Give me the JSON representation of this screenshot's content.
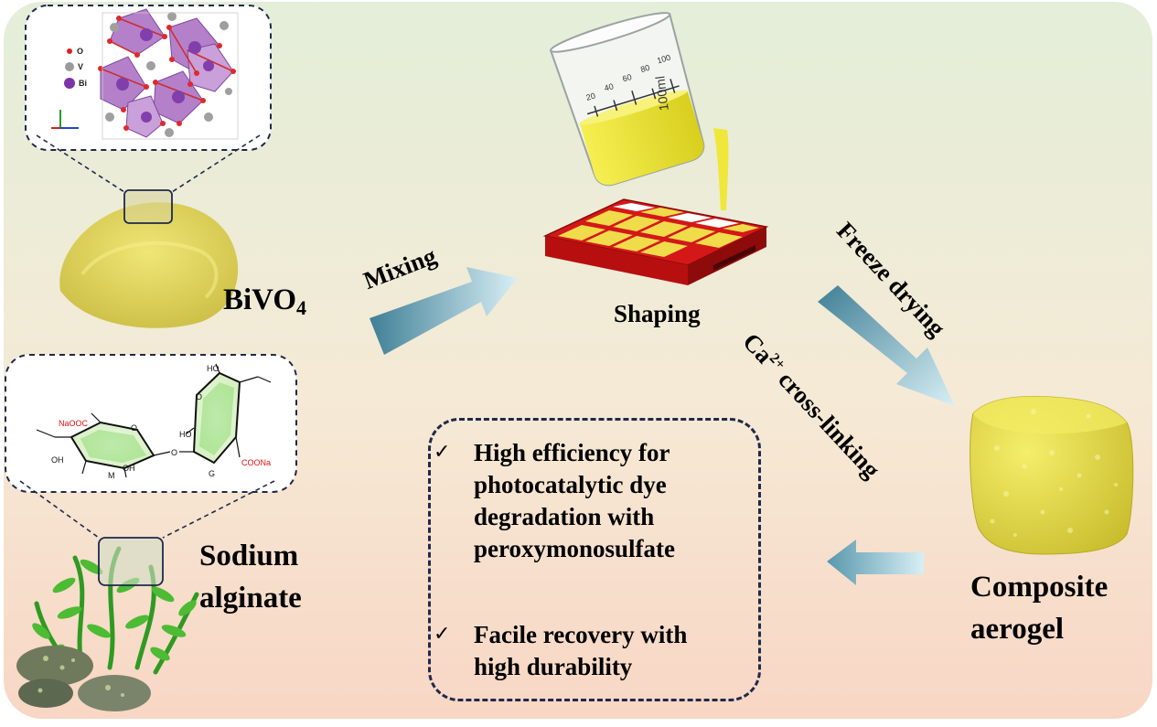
{
  "labels": {
    "bivo4_main": "BiVO",
    "bivo4_sub": "4",
    "mixing": "Mixing",
    "shaping": "Shaping",
    "freeze_drying": "Freeze drying",
    "ca_main": "Ca",
    "ca_sup": "2+",
    "ca_rest": " cross-linking",
    "sodium": "Sodium",
    "alginate": "alginate",
    "composite": "Composite",
    "aerogel": "aerogel"
  },
  "crystal_legend": {
    "o": "O",
    "v": "V",
    "bi": "Bi"
  },
  "beaker": {
    "marks": [
      "20",
      "40",
      "60",
      "80",
      "100"
    ],
    "volume": "100ml"
  },
  "alginate_structure": {
    "naooc": "NaOOC",
    "coona": "COONa",
    "ho1": "HO",
    "ho2": "HO",
    "oh1": "OH",
    "oh2": "OH",
    "o1": "O",
    "o2": "O",
    "o3": "O",
    "m": "M",
    "g": "G"
  },
  "features": {
    "item1": [
      "High efficiency for",
      "photocatalytic dye",
      "degradation with",
      "peroxymonosulfate"
    ],
    "item2": [
      "Facile recovery with",
      "high durability"
    ]
  },
  "colors": {
    "arrow_dark": "#4a8fa6",
    "arrow_light": "#d6eef5",
    "powder": "#e8dc5c",
    "mold_red": "#cc1414",
    "mold_fill": "#f0dc4a",
    "liquid": "#f2ea3c",
    "leaf": "#3fae2c",
    "border_dark": "#1f2a4a"
  }
}
